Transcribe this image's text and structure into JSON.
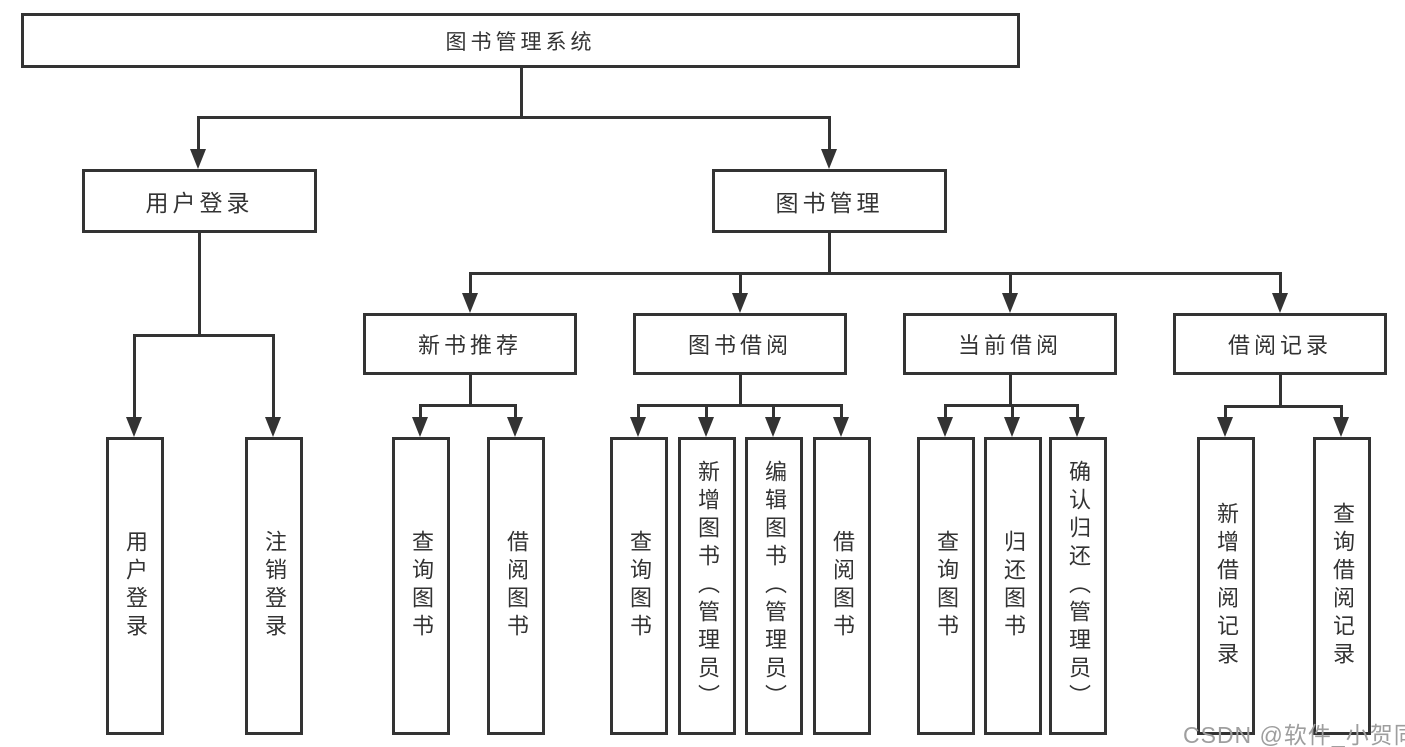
{
  "diagram_type": "hierarchy-tree",
  "tree": {
    "root": "图书管理系统",
    "children": [
      {
        "label": "用户登录",
        "children": [
          {
            "label": "用户登录"
          },
          {
            "label": "注销登录"
          }
        ]
      },
      {
        "label": "图书管理",
        "children": [
          {
            "label": "新书推荐",
            "children": [
              {
                "label": "查询图书"
              },
              {
                "label": "借阅图书"
              }
            ]
          },
          {
            "label": "图书借阅",
            "children": [
              {
                "label": "查询图书"
              },
              {
                "label": "新增图书（管理员）"
              },
              {
                "label": "编辑图书（管理员）"
              },
              {
                "label": "借阅图书"
              }
            ]
          },
          {
            "label": "当前借阅",
            "children": [
              {
                "label": "查询图书"
              },
              {
                "label": "归还图书"
              },
              {
                "label": "确认归还（管理员）"
              }
            ]
          },
          {
            "label": "借阅记录",
            "children": [
              {
                "label": "新增借阅记录"
              },
              {
                "label": "查询借阅记录"
              }
            ]
          }
        ]
      }
    ]
  },
  "watermark": {
    "text": "CSDN @软件_小贺同学"
  },
  "colors": {
    "line": "#333333",
    "border": "#333333",
    "text": "#333333",
    "watermark": "#9e9e9e",
    "bg": "#ffffff"
  }
}
